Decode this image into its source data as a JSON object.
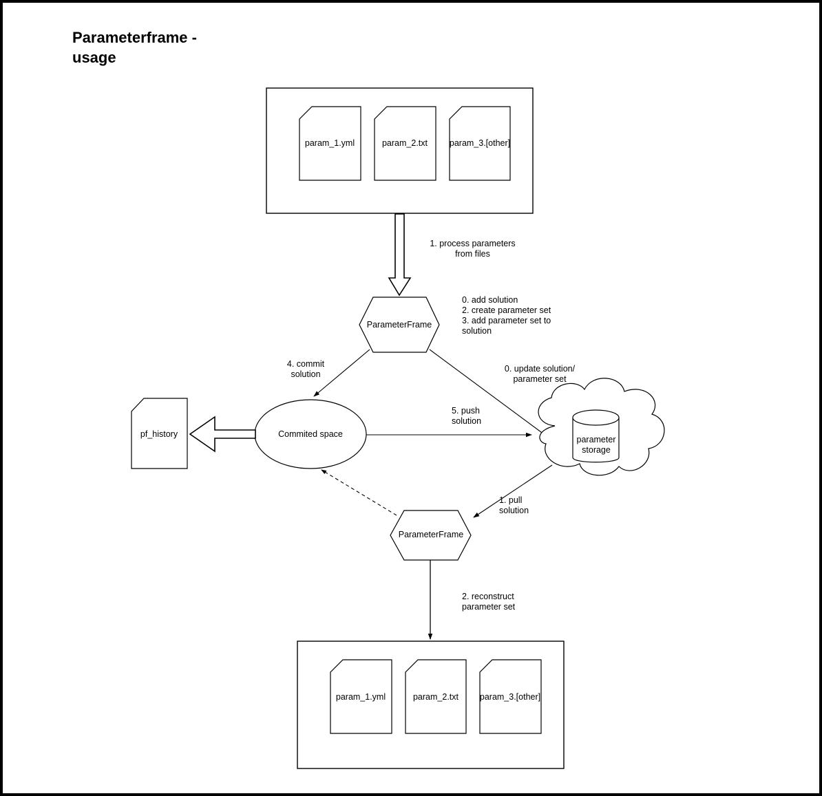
{
  "page": {
    "title_line1": "Parameterframe -",
    "title_line2": "usage",
    "title": "Parameterframe -\nusage",
    "background_color": "#ffffff",
    "border_color": "#000000",
    "stroke_color": "#000000"
  },
  "nodes": {
    "input_files_container": {
      "name": "input files container",
      "files": [
        {
          "label": "param_1.yml"
        },
        {
          "label": "param_2.txt"
        },
        {
          "label": "param_3.[other]"
        }
      ]
    },
    "output_files_container": {
      "name": "output files container",
      "files": [
        {
          "label": "param_1.yml"
        },
        {
          "label": "param_2.txt"
        },
        {
          "label": "param_3.[other]"
        }
      ]
    },
    "parameterframe_top": {
      "label": "ParameterFrame"
    },
    "parameterframe_bottom": {
      "label": "ParameterFrame"
    },
    "commited_space": {
      "label": "Commited space"
    },
    "pf_history": {
      "label": "pf_history"
    },
    "parameter_storage": {
      "label_line1": "parameter",
      "label_line2": "storage",
      "label": "parameter\nstorage"
    }
  },
  "edges": {
    "process_parameters": {
      "label": "1. process parameters\nfrom files",
      "style": "block-arrow-hollow"
    },
    "parameterframe_actions": {
      "label": "0. add solution\n2. create parameter set\n3. add parameter set to\nsolution",
      "style": "annotation"
    },
    "commit_solution": {
      "label": "4. commit\nsolution",
      "style": "solid-arrow"
    },
    "update_solution": {
      "label": "0. update solution/\nparameter set",
      "style": "solid-arrow"
    },
    "push_solution": {
      "label": "5. push\nsolution",
      "style": "solid-arrow"
    },
    "pull_solution": {
      "label": "1. pull\nsolution",
      "style": "solid-arrow"
    },
    "reconstruct_parameter_set": {
      "label": "2. reconstruct\nparameter set",
      "style": "solid-arrow"
    },
    "history_write": {
      "label": "",
      "style": "block-arrow-hollow"
    },
    "restore_commited_space": {
      "label": "",
      "style": "dashed-arrow"
    }
  }
}
